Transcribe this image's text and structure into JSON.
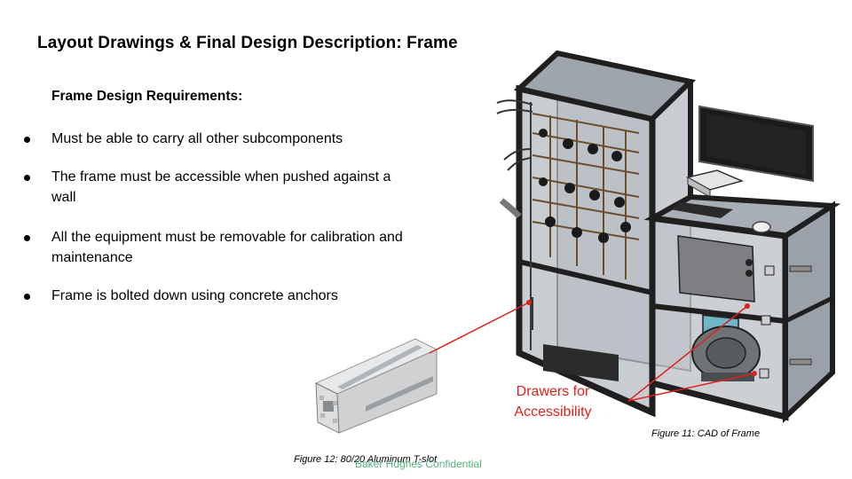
{
  "slide": {
    "title": "Layout Drawings & Final Design Description: Frame",
    "requirements_heading": "Frame Design Requirements:",
    "requirements": [
      "Must be able to carry all other subcomponents",
      "The frame must be accessible when pushed against a wall",
      "All the equipment must be removable for calibration and maintenance",
      "Frame is bolted down using concrete anchors"
    ],
    "callout_label": "Drawers for Accessibility",
    "figure_11_caption": "Figure 11: CAD of Frame",
    "figure_12_caption": "Figure 12: 80/20 Aluminum T-slot",
    "footer": "Baker Hughes Confidential"
  },
  "colors": {
    "callout_red": "#e0201a",
    "footer_green": "#55b27a",
    "frame_dark": "#2a2a2a"
  }
}
